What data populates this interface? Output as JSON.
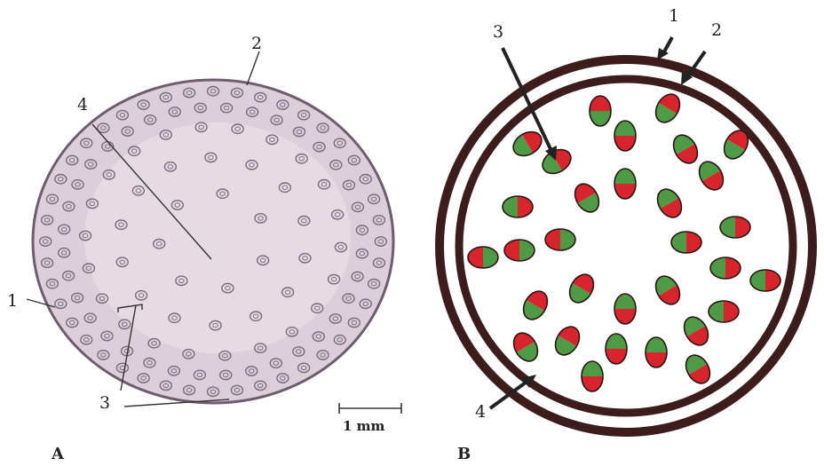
{
  "panel_a": {
    "letter": "A",
    "labels": {
      "epidermis": "1",
      "hypodermis": "2",
      "vascular_bundles": "3",
      "ground_tissue": "4"
    },
    "scale_bar": "1 mm",
    "colors": {
      "tissue": "#dccfd9",
      "tissue_edge": "#6e5c70",
      "bundle": "#7a6a7f"
    }
  },
  "panel_b": {
    "letter": "B",
    "labels": {
      "epidermis": "1",
      "hypodermis": "2",
      "vascular_bundles": "3",
      "ground_tissue": "4"
    },
    "colors": {
      "ring": "#3d1c1c",
      "xylem": "#d8242c",
      "phloem": "#4e9a45",
      "bundle_edge": "#2a1414"
    }
  }
}
